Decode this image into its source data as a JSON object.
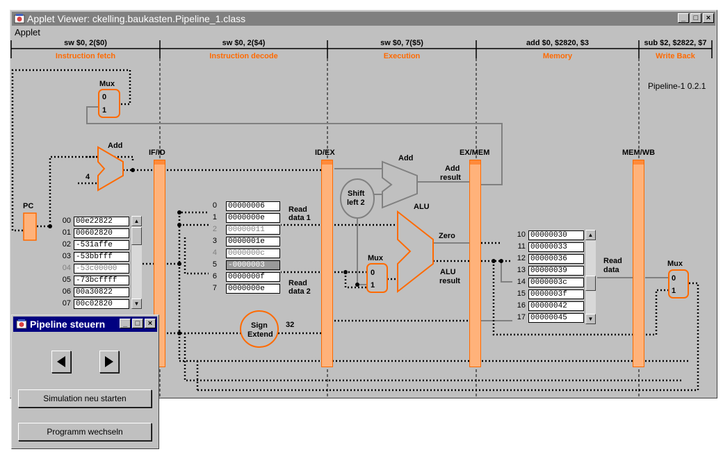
{
  "window": {
    "title": "Applet Viewer: ckelling.baukasten.Pipeline_1.class",
    "menu": "Applet"
  },
  "stages": [
    {
      "instruction": "sw $0, 2($0)",
      "name": "Instruction fetch"
    },
    {
      "instruction": "sw $0, 2($4)",
      "name": "Instruction decode"
    },
    {
      "instruction": "sw $0, 7($5)",
      "name": "Execution"
    },
    {
      "instruction": "add $0, $2820, $3",
      "name": "Memory"
    },
    {
      "instruction": "sub $2, $2822, $7",
      "name": "Write Back"
    }
  ],
  "version": "Pipeline-1 0.2.1",
  "labels": {
    "mux": "Mux",
    "add": "Add",
    "pc": "PC",
    "four": "4",
    "if_id": "IF/ID",
    "id_ex": "ID/EX",
    "ex_mem": "EX/MEM",
    "mem_wb": "MEM/WB",
    "alu": "ALU",
    "zero": "Zero",
    "alu_result_1": "ALU",
    "alu_result_2": "result",
    "add_result_1": "Add",
    "add_result_2": "result",
    "shift_1": "Shift",
    "shift_2": "left 2",
    "sign_1": "Sign",
    "sign_2": "Extend",
    "thirty_two": "32",
    "read_data1_1": "Read",
    "read_data1_2": "data 1",
    "read_data2_1": "Read",
    "read_data2_2": "data 2",
    "read_data_1": "Read",
    "read_data_2": "data",
    "mux_in0": "0",
    "mux_in1": "1"
  },
  "instruction_memory": [
    {
      "addr": "00",
      "value": "00e22822",
      "highlight": false
    },
    {
      "addr": "01",
      "value": "00602820",
      "highlight": false
    },
    {
      "addr": "02",
      "value": "-531affe",
      "highlight": false
    },
    {
      "addr": "03",
      "value": "-53bbfff",
      "highlight": false
    },
    {
      "addr": "04",
      "value": "-53c00000",
      "highlight": true
    },
    {
      "addr": "05",
      "value": "-73bcffff",
      "highlight": false
    },
    {
      "addr": "06",
      "value": "00a30822",
      "highlight": false
    },
    {
      "addr": "07",
      "value": "00c02820",
      "highlight": false
    }
  ],
  "registers": [
    {
      "idx": "0",
      "value": "00000006",
      "style": "normal"
    },
    {
      "idx": "1",
      "value": "0000000e",
      "style": "normal"
    },
    {
      "idx": "2",
      "value": "00000011",
      "style": "gray"
    },
    {
      "idx": "3",
      "value": "0000001e",
      "style": "normal"
    },
    {
      "idx": "4",
      "value": "0000000c",
      "style": "gray"
    },
    {
      "idx": "5",
      "value": "-0000003",
      "style": "selected"
    },
    {
      "idx": "6",
      "value": "0000000f",
      "style": "normal"
    },
    {
      "idx": "7",
      "value": "0000000e",
      "style": "normal"
    }
  ],
  "data_memory": [
    {
      "idx": "10",
      "value": "00000030"
    },
    {
      "idx": "11",
      "value": "00000033"
    },
    {
      "idx": "12",
      "value": "00000036"
    },
    {
      "idx": "13",
      "value": "00000039"
    },
    {
      "idx": "14",
      "value": "0000003c"
    },
    {
      "idx": "15",
      "value": "0000003f"
    },
    {
      "idx": "16",
      "value": "00000042"
    },
    {
      "idx": "17",
      "value": "00000045"
    }
  ],
  "dialog": {
    "title": "Pipeline steuern",
    "restart_label": "Simulation neu starten",
    "change_label": "Programm wechseln"
  },
  "colors": {
    "accent": "#ff6a00",
    "register_fill": "#ffb27a",
    "window_bg": "#c0c0c0",
    "dialog_title": "#000080"
  },
  "icons": [
    "applet-icon",
    "minimize-icon",
    "maximize-icon",
    "close-icon",
    "back-arrow-icon",
    "forward-arrow-icon"
  ]
}
